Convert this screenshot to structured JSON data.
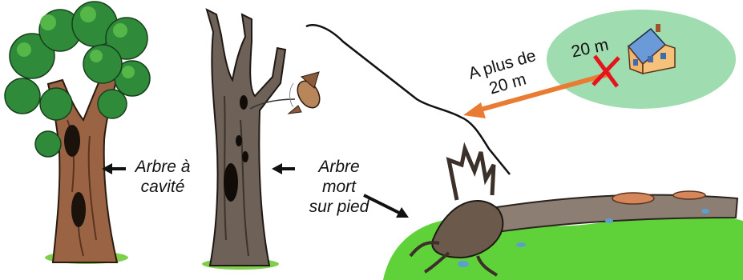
{
  "labels": {
    "arbre_cavite": "Arbre à\ncavité",
    "arbre_mort": "Arbre\nmort\nsur pied",
    "distance_ok": "A plus de\n20 m",
    "distance_zone": "20 m"
  },
  "colors": {
    "grass": "#5fd23a",
    "zone": "#9fdcb0",
    "arrow_orange": "#ea7b32",
    "cross_red": "#e3141b",
    "bark": "#8a5a3a",
    "dead_bark": "#6e6258",
    "foliage": "#2f8a3a"
  }
}
